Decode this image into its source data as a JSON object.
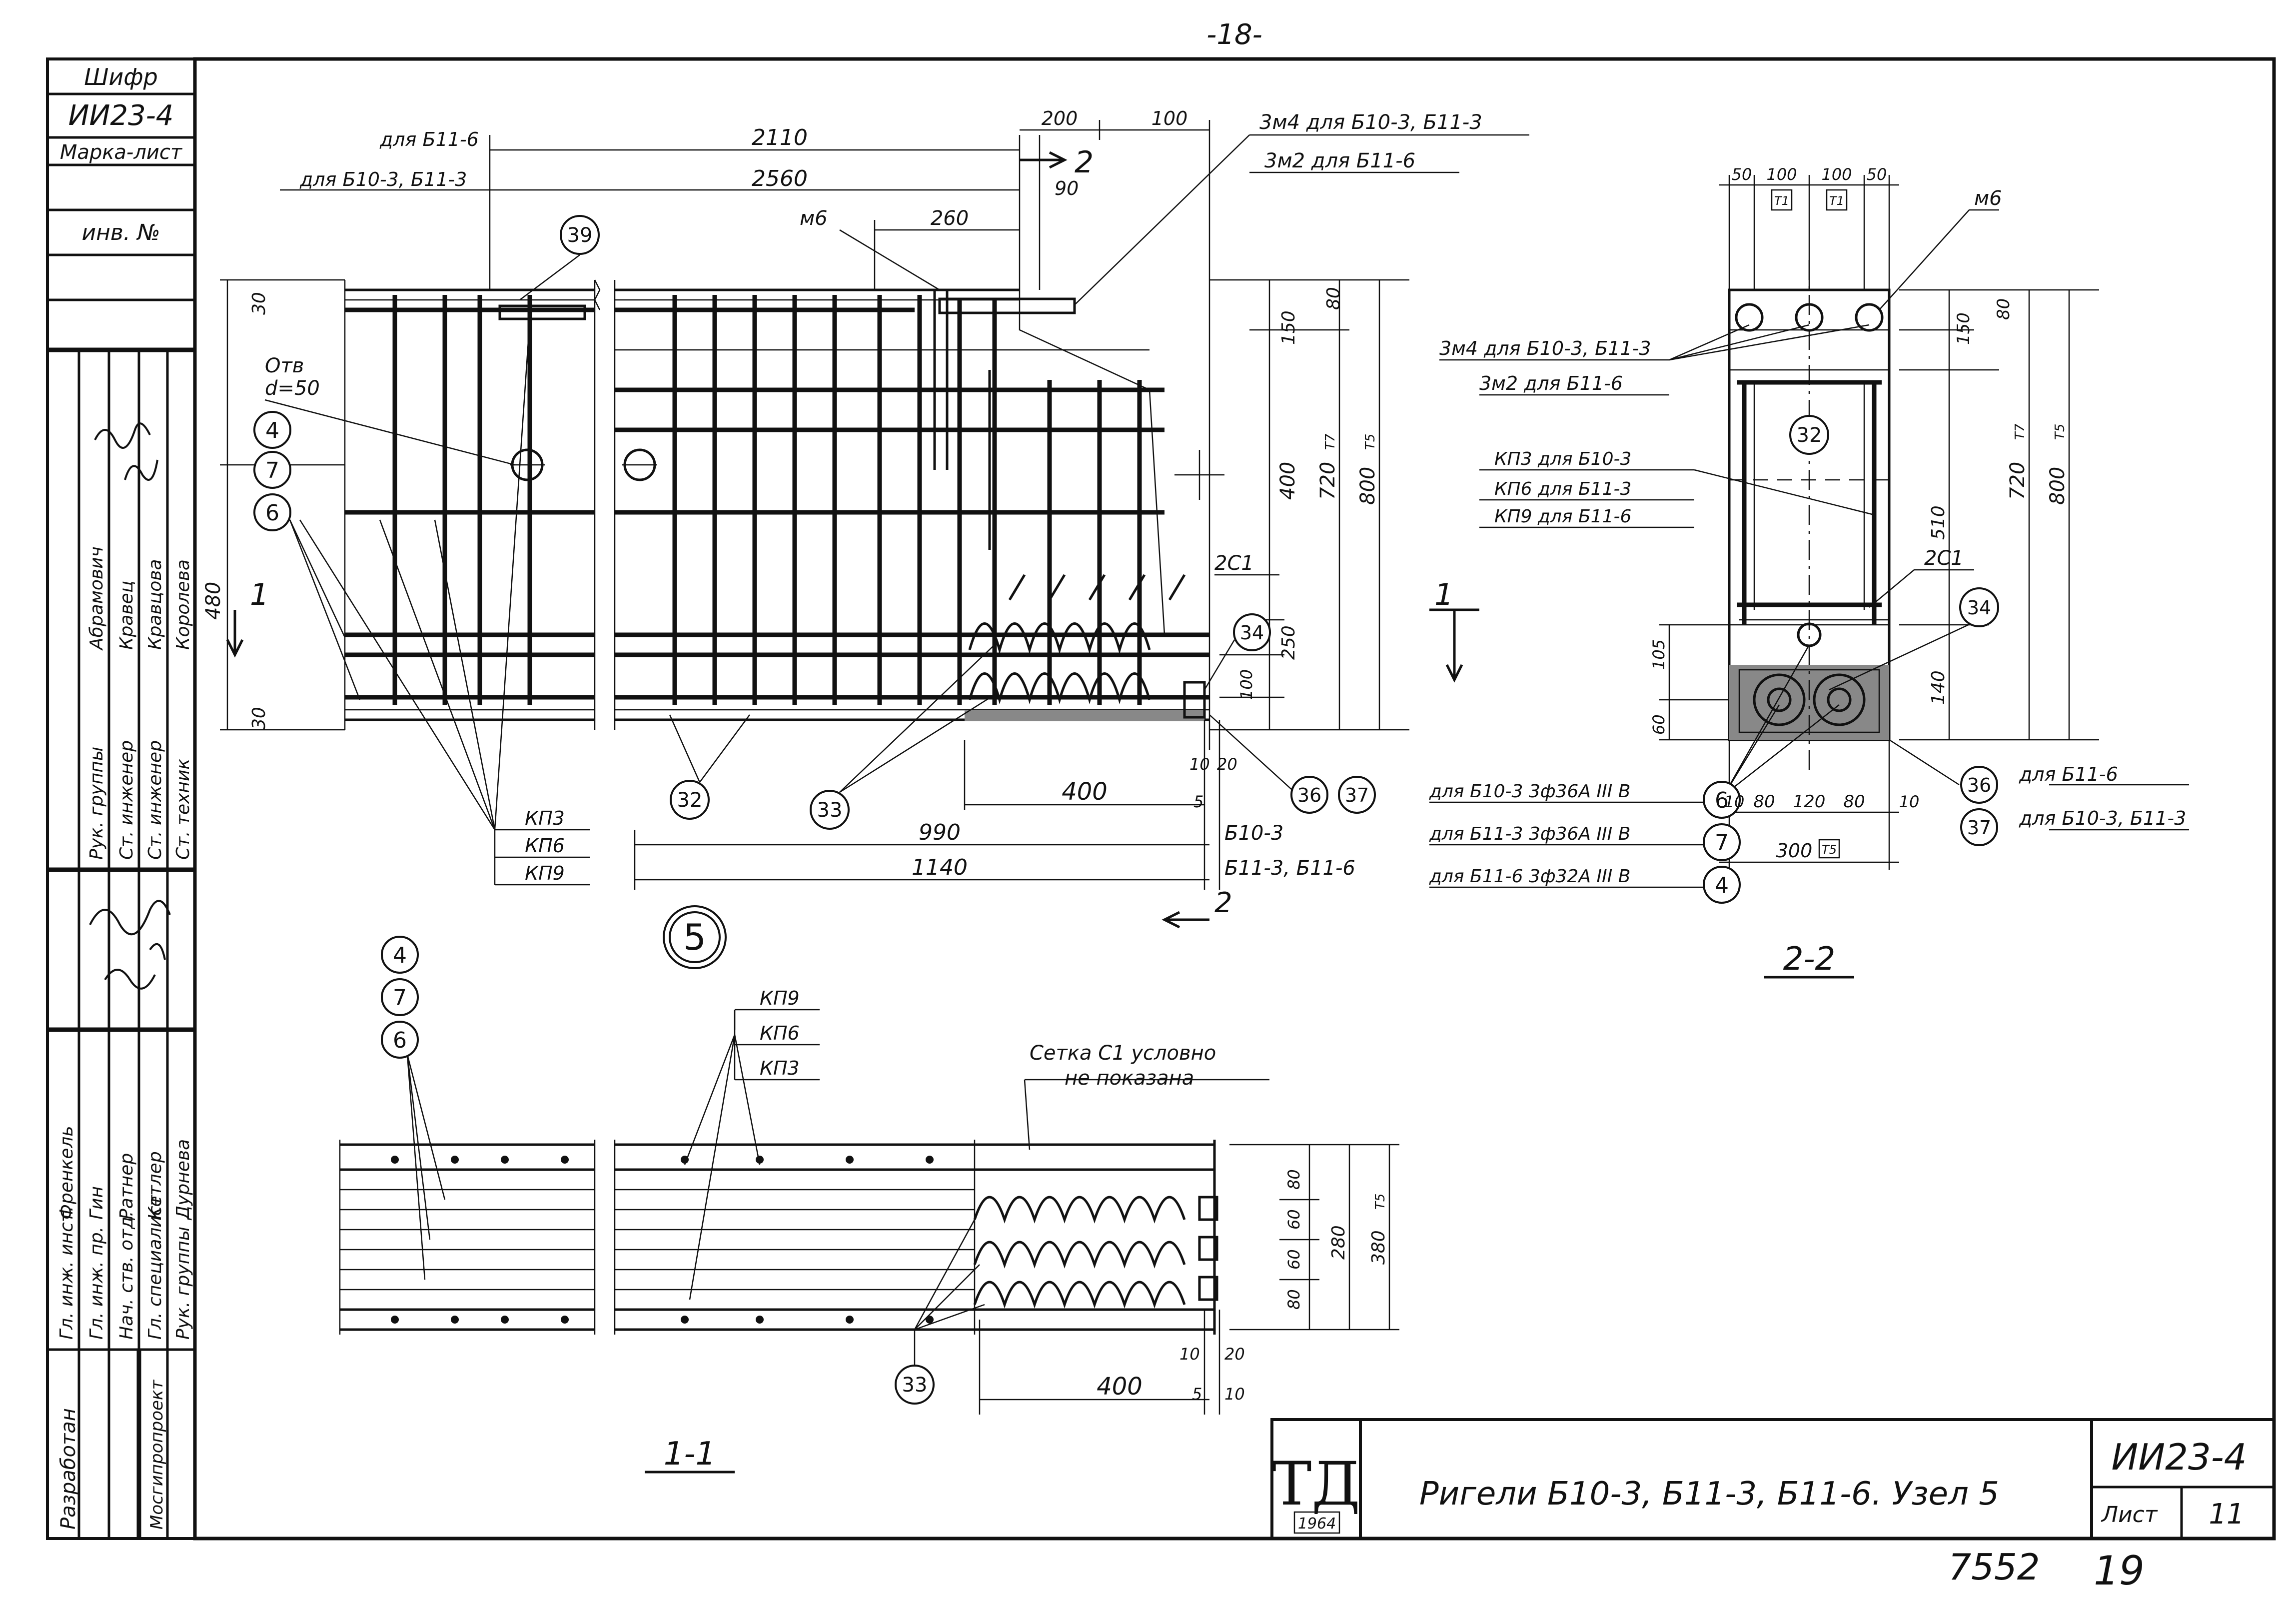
{
  "page_number": "-18-",
  "title_block_left": {
    "cipher_label": "Шифр",
    "cipher_value": "ИИ23-4",
    "sheet_mark_label": "Марка-лист",
    "inventory_label": "инв. №",
    "rows": [
      {
        "role": "Гл. инж. инст.",
        "name": "Френкель"
      },
      {
        "role": "Гл. инж. пр.",
        "name": "Гин"
      },
      {
        "role": "Нач. ств. отд.",
        "name": "Ратнер"
      },
      {
        "role": "Гл. специалист",
        "name": "Кетлер"
      },
      {
        "role": "Рук. группы",
        "name": "Дурнева"
      },
      {
        "role": "Рук. группы",
        "name": "Абрамович"
      },
      {
        "role": "Ст. инженер",
        "name": "Кравец"
      },
      {
        "role": "Ст. инженер",
        "name": "Кравцова"
      },
      {
        "role": "Ст. техник",
        "name": "Королева"
      }
    ],
    "developed_label": "Разработан",
    "org_label": "Мосгипропроект"
  },
  "title_block_main": {
    "logo_text": "ТД",
    "logo_year": "1964",
    "drawing_title": "Ригели Б10-3, Б11-3, Б11-6. Узел 5",
    "doc_code": "ИИ23-4",
    "sheet_label": "Лист",
    "sheet_number": "11",
    "archive_number": "7552",
    "page_handwritten": "19"
  },
  "view_elevation": {
    "dims_top": {
      "for_b11_6": "для Б11-6",
      "for_b10_3_b11_3": "для Б10-3, Б11-3",
      "len_2110": "2110",
      "len_2560": "2560",
      "d200": "200",
      "d100": "100",
      "d90": "90",
      "d260": "260",
      "section2": "2"
    },
    "notes": {
      "zm4": "3м4 для Б10-3, Б11-3",
      "zm2": "3м2 для Б11-6",
      "m6": "м6",
      "hole": "Отв",
      "hole_d": "d=50",
      "c2c1": "2С1"
    },
    "dims_right": {
      "d30": "30",
      "d150": "150",
      "d80": "80",
      "d400": "400",
      "d720": "720",
      "d800": "800",
      "d250": "250",
      "d100": "100",
      "d10": "10",
      "d20": "20",
      "d5": "5",
      "t7": "Т7",
      "t5": "Т5"
    },
    "dims_left": {
      "d480": "480",
      "d30": "30"
    },
    "dims_bottom": {
      "d400": "400",
      "d990": "990",
      "d1140": "1140",
      "b10_3": "Б10-3",
      "b11_3_b11_6": "Б11-3, Б11-6",
      "section2": "2",
      "section1": "1"
    },
    "frames": [
      "КП3",
      "КП6",
      "КП9"
    ],
    "callouts": [
      "39",
      "4",
      "7",
      "6",
      "32",
      "33",
      "34",
      "36",
      "37"
    ],
    "node_label": "5"
  },
  "view_section_11": {
    "title": "1-1",
    "frames": [
      "КП9",
      "КП6",
      "КП3"
    ],
    "callouts": [
      "4",
      "7",
      "6",
      "33"
    ],
    "note_line1": "Сетка С1 условно",
    "note_line2": "не показана",
    "dims": {
      "d80a": "80",
      "d60a": "60",
      "d60b": "60",
      "d80b": "80",
      "d280": "280",
      "d380": "380",
      "t5": "Т5",
      "d10": "10",
      "d20": "20",
      "d400": "400",
      "d5": "5",
      "d10b": "10"
    }
  },
  "view_section_22": {
    "title": "2-2",
    "dims_top": [
      "50",
      "100",
      "100",
      "50"
    ],
    "top_marks": [
      "Т1",
      "Т1"
    ],
    "m6": "м6",
    "zm4": "3м4 для Б10-3, Б11-3",
    "zm2": "3м2 для Б11-6",
    "kp3": "КП3 для Б10-3",
    "kp6": "КП6 для Б11-3",
    "kp9": "КП9 для Б11-6",
    "c2c1": "2С1",
    "bar_notes": [
      {
        "text": "для Б10-3  3ф36А III В",
        "callout": "6"
      },
      {
        "text": "для Б11-3  3ф36А III В",
        "callout": "7"
      },
      {
        "text": "для Б11-6  3ф32А III В",
        "callout": "4"
      }
    ],
    "right_notes": [
      {
        "callout": "36",
        "text": "для Б11-6"
      },
      {
        "callout": "37",
        "text": "для Б10-3, Б11-3"
      }
    ],
    "callouts": [
      "32",
      "34"
    ],
    "dims_right": {
      "d150": "150",
      "d80": "80",
      "d510": "510",
      "d720": "720",
      "d800": "800",
      "d140": "140",
      "t7": "Т7",
      "t5": "Т5"
    },
    "dims_left": {
      "d105": "105",
      "d60": "60"
    },
    "dims_bottom": {
      "d10a": "10",
      "d80a": "80",
      "d120": "120",
      "d80b": "80",
      "d10b": "10",
      "d300": "300",
      "t5": "Т5"
    },
    "section1": "1"
  }
}
